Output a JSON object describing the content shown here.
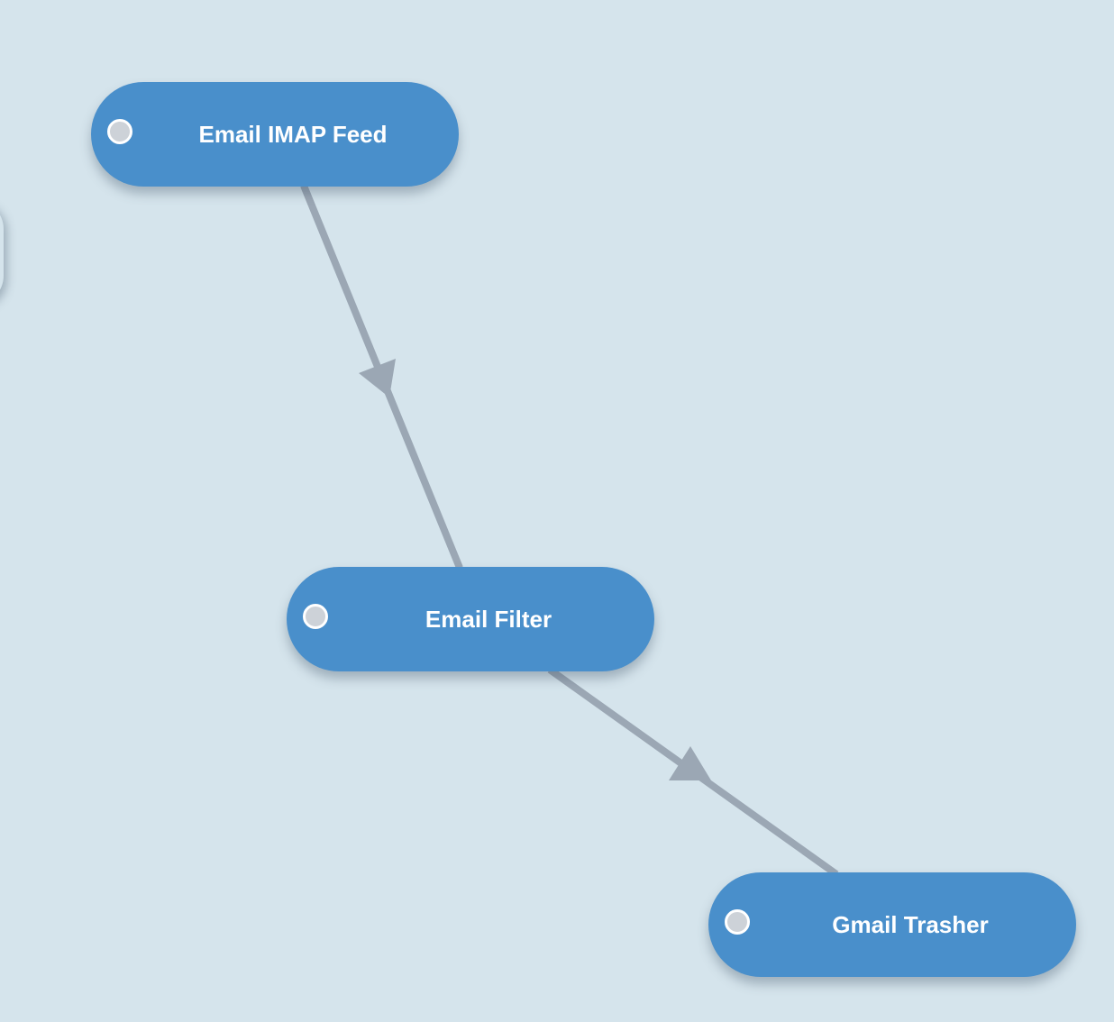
{
  "diagram": {
    "nodes": [
      {
        "id": "email-imap-feed",
        "label": "Email IMAP Feed"
      },
      {
        "id": "email-filter",
        "label": "Email Filter"
      },
      {
        "id": "gmail-trasher",
        "label": "Gmail Trasher"
      }
    ],
    "edges": [
      {
        "from": "email-imap-feed",
        "to": "email-filter"
      },
      {
        "from": "email-filter",
        "to": "gmail-trasher"
      }
    ],
    "colors": {
      "background": "#d5e4ec",
      "node_fill": "#498fcb",
      "node_text": "#ffffff",
      "port_fill": "#cdd2d8",
      "edge": "#9ba7b4"
    }
  }
}
